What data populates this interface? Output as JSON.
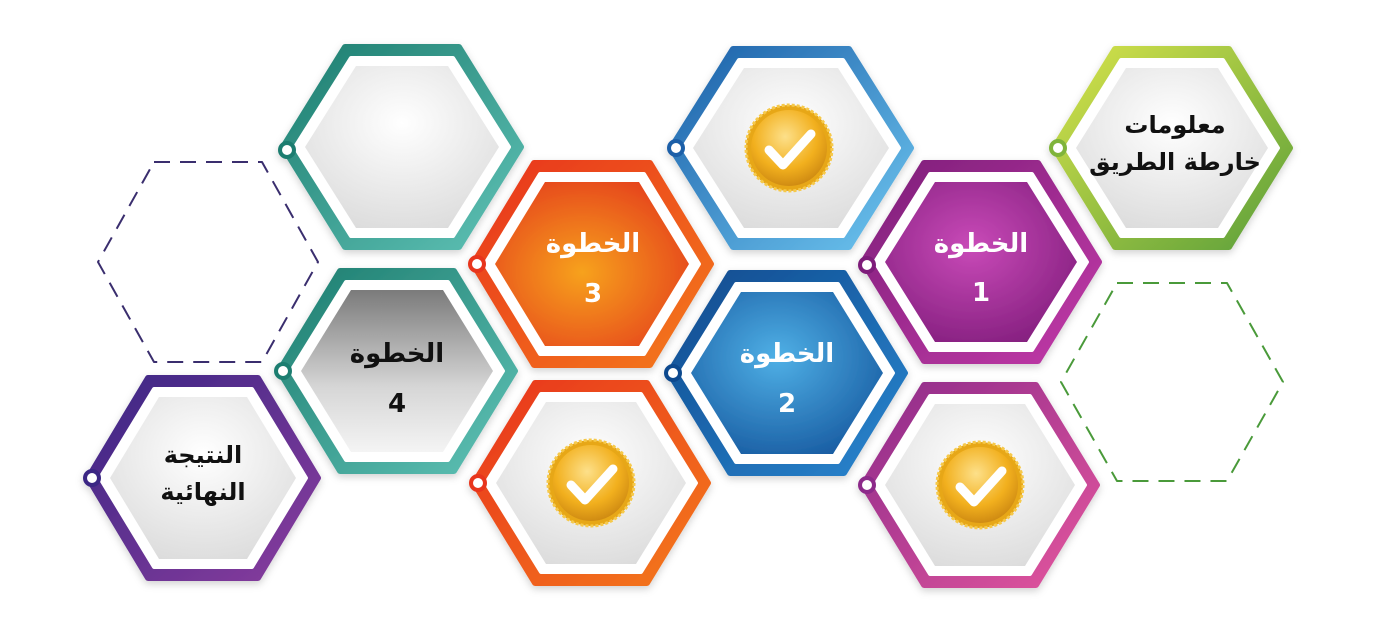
{
  "roadmap": {
    "info": {
      "line1": "معلومات",
      "line2": "خارطة الطريق"
    },
    "step1": {
      "word": "الخطوة",
      "number": "1"
    },
    "step2": {
      "word": "الخطوة",
      "number": "2"
    },
    "step3": {
      "word": "الخطوة",
      "number": "3"
    },
    "step4": {
      "word": "الخطوة",
      "number": "4"
    },
    "result": {
      "line1": "النتيجة",
      "line2": "النهائية"
    }
  },
  "icons": {
    "checkmark": "gold-check-badge-icon"
  },
  "colors": {
    "green": "#8dc63f",
    "purple_magenta": "#a3239b",
    "blue": "#1b75bc",
    "orange_red": "#e8411e",
    "teal": "#23948a",
    "dark_purple": "#4b2a8c",
    "gold": "#f2b01e"
  }
}
